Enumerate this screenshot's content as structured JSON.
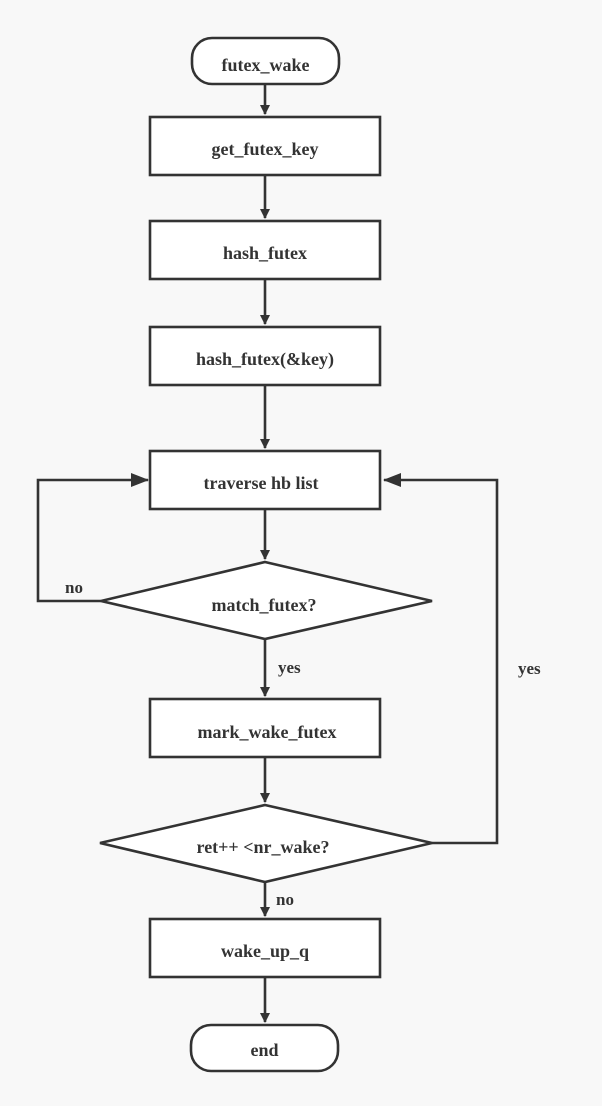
{
  "flowchart": {
    "nodes": {
      "start": "futex_wake",
      "get_key": "get_futex_key",
      "hash": "hash_futex",
      "hash_key": "hash_futex(&key)",
      "traverse": "traverse hb list",
      "match": "match_futex?",
      "mark": "mark_wake_futex",
      "check": "ret++ <nr_wake?",
      "wake": "wake_up_q",
      "end": "end"
    },
    "edge_labels": {
      "match_no": "no",
      "match_yes": "yes",
      "check_yes": "yes",
      "check_no": "no"
    }
  }
}
